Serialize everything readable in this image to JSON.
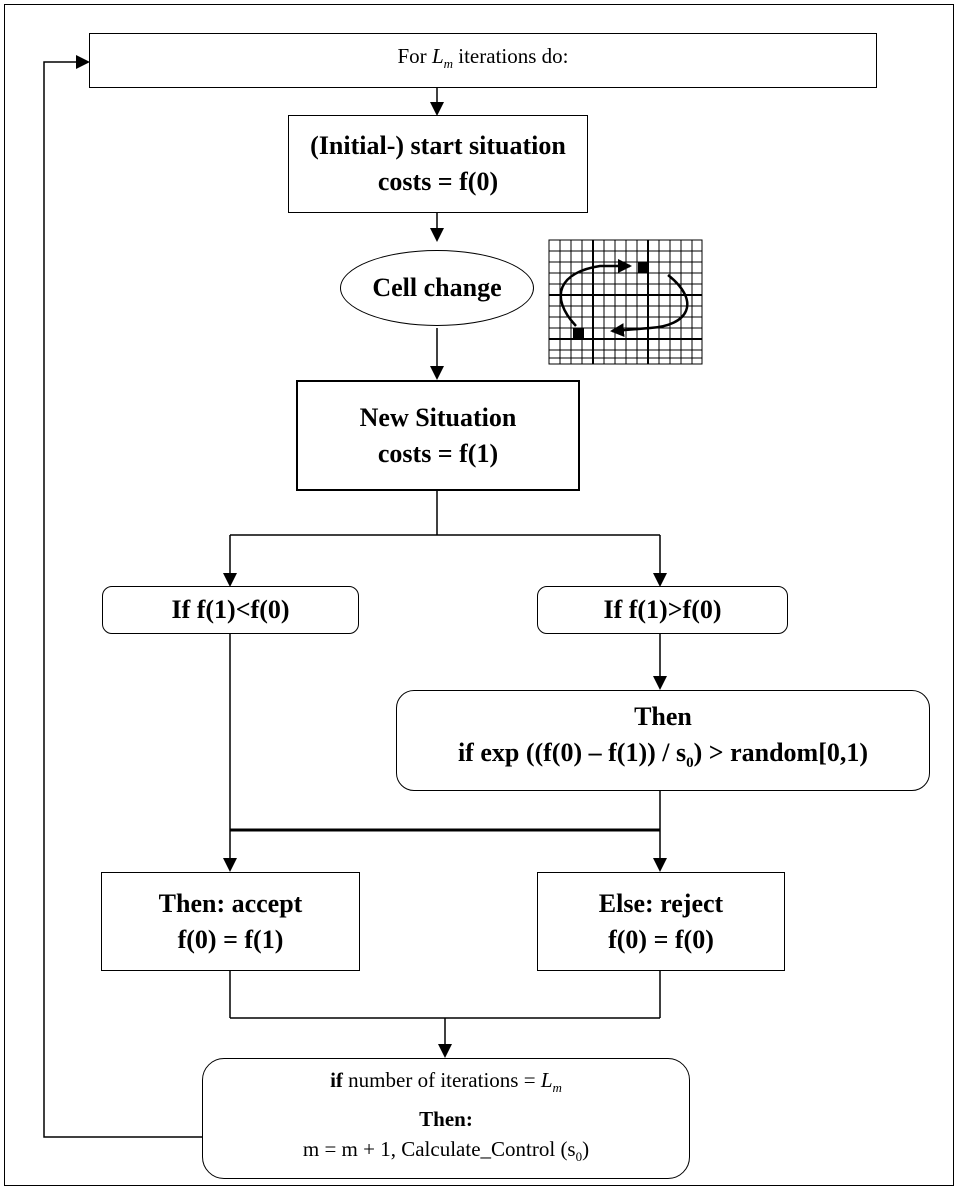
{
  "loop": {
    "header_prefix": "For ",
    "header_var": "L",
    "header_sub": "m",
    "header_suffix": " iterations do:"
  },
  "start": {
    "line1": "(Initial-) start situation",
    "line2": "costs = f(0)"
  },
  "cell_change": {
    "label": "Cell change"
  },
  "new_situation": {
    "line1": "New Situation",
    "line2": "costs = f(1)"
  },
  "cond_less": {
    "label": "If f(1)<f(0)"
  },
  "cond_greater": {
    "label": "If f(1)>f(0)"
  },
  "then_prob": {
    "line1": "Then",
    "line2_a": "if exp ((f(0) – f(1)) / s",
    "line2_sub": "0",
    "line2_b": ") > random[0,1)"
  },
  "accept": {
    "line1": "Then: accept",
    "line2": "f(0) = f(1)"
  },
  "reject": {
    "line1": "Else: reject",
    "line2": "f(0) = f(0)"
  },
  "final": {
    "line1_a": "if",
    "line1_b": " number of iterations = ",
    "line1_var": "L",
    "line1_sub": "m",
    "line2": "Then:",
    "line3_a": "m = m + 1,   Calculate_Control (s",
    "line3_sub": "0",
    "line3_b": ")"
  }
}
